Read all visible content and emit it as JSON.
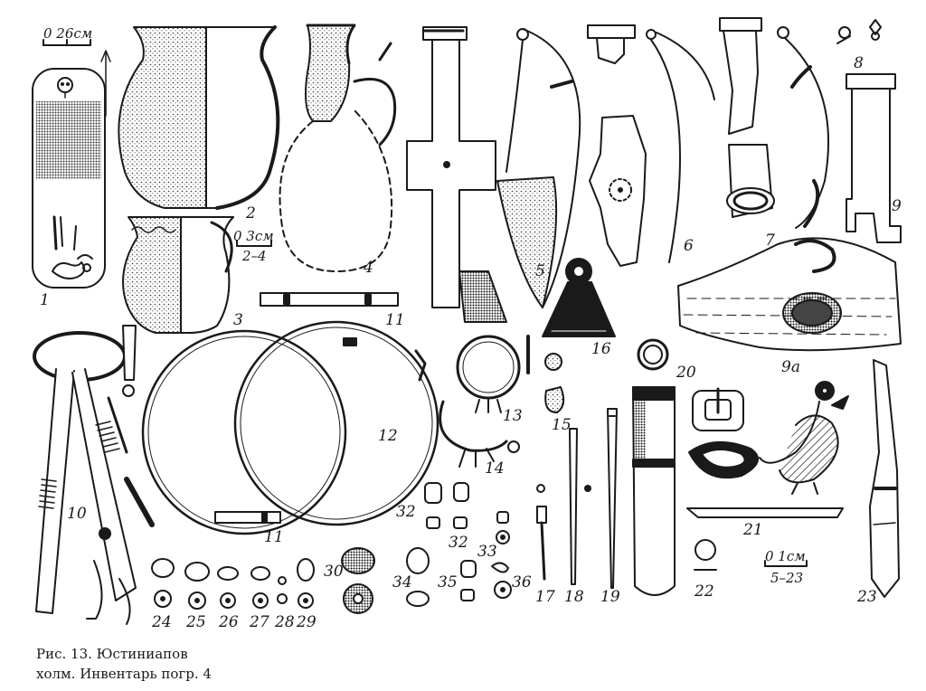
{
  "scales": {
    "grave": "0  26см",
    "vessels": "0   3см",
    "vessels_range": "2–4",
    "small": "0    1см",
    "small_range": "5–23"
  },
  "labels": {
    "n1": "1",
    "n2": "2",
    "n3": "3",
    "n4": "4",
    "n5": "5",
    "n6": "6",
    "n7": "7",
    "n8": "8",
    "n9": "9",
    "n9a": "9а",
    "n10": "10",
    "n11a": "11",
    "n11b": "11",
    "n12": "12",
    "n13": "13",
    "n14": "14",
    "n15": "15",
    "n16": "16",
    "n17": "17",
    "n18": "18",
    "n19": "19",
    "n20": "20",
    "n21": "21",
    "n22": "22",
    "n23": "23",
    "n24": "24",
    "n25": "25",
    "n26": "26",
    "n27": "27",
    "n28": "28",
    "n29": "29",
    "n30": "30",
    "n32a": "32",
    "n32b": "32",
    "n33": "33",
    "n34": "34",
    "n35": "35",
    "n36": "36"
  },
  "caption": {
    "line1": "Рис.    13.   Юстиниапов",
    "line2": "холм.  Инвентарь погр. 4"
  },
  "colors": {
    "ink": "#1a1a1a",
    "paper": "#ffffff"
  }
}
